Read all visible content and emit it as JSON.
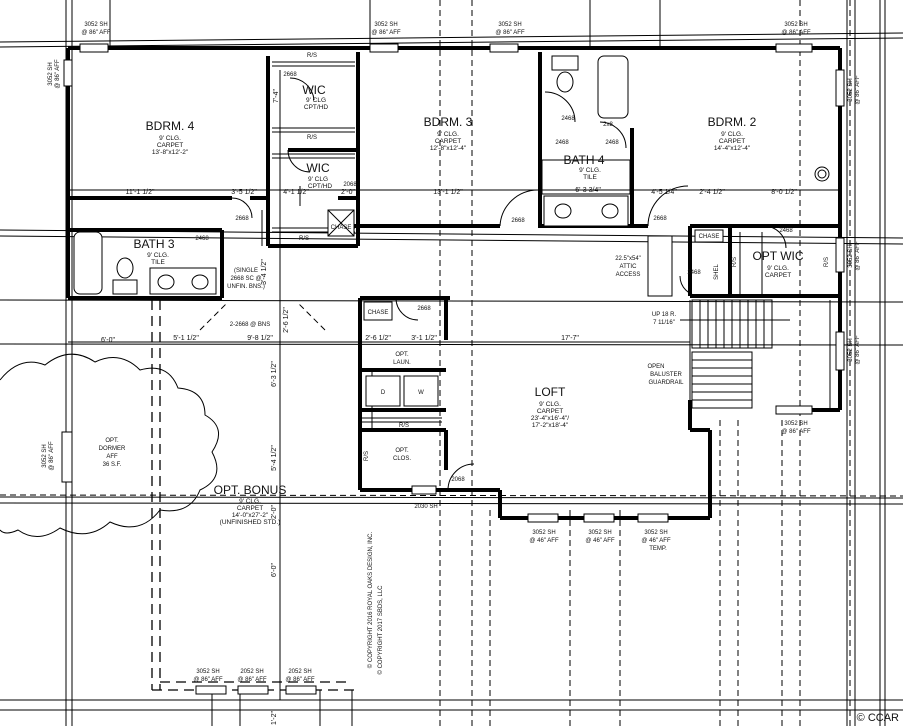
{
  "rooms": {
    "bdrm4": {
      "name": "BDRM. 4",
      "l1": "9' CLG.",
      "l2": "CARPET",
      "l3": "13'-8\"x12'-2\""
    },
    "bdrm3": {
      "name": "BDRM. 3",
      "l1": "9' CLG.",
      "l2": "CARPET",
      "l3": "12'-8\"x12'-4\""
    },
    "bdrm2": {
      "name": "BDRM. 2",
      "l1": "9' CLG.",
      "l2": "CARPET",
      "l3": "14'-4\"x12'-4\""
    },
    "bath4": {
      "name": "BATH 4",
      "l1": "9' CLG.",
      "l2": "TILE"
    },
    "bath3": {
      "name": "BATH 3",
      "l1": "9' CLG.",
      "l2": "TILE"
    },
    "wic1": {
      "name": "WIC",
      "l1": "9' CLG",
      "l2": "CPT/HD"
    },
    "wic2": {
      "name": "WIC",
      "l1": "9' CLG",
      "l2": "CPT/HD"
    },
    "optwic": {
      "name": "OPT WIC",
      "l1": "9' CLG.",
      "l2": "CARPET"
    },
    "loft": {
      "name": "LOFT",
      "l1": "9' CLG.",
      "l2": "CARPET",
      "l3": "23'-4\"x16'-4\"/",
      "l4": "17'-2\"x18'-4\""
    },
    "bonus": {
      "name": "OPT. BONUS",
      "l1": "9' CLG.",
      "l2": "CARPET",
      "l3": "14'-0\"x27'-2\"",
      "l4": "(UNFINISHED STD.)"
    }
  },
  "labels": {
    "attic1": "22.5\"x54\"",
    "attic2": "ATTIC",
    "attic3": "ACCESS",
    "stairs1": "UP 18 R.",
    "stairs2": "7 11/16\"",
    "open1": "OPEN",
    "open2": "BALUSTER",
    "open3": "GUARDRAIL",
    "single1": "(SINGLE",
    "single2": "2668 SC @",
    "single3": "UNFIN. BNS.)",
    "optlaun1": "OPT.",
    "optlaun2": "LAUN.",
    "optclos1": "OPT.",
    "optclos2": "CLOS.",
    "dormer1": "OPT.",
    "dormer2": "DORMER",
    "dormer3": "AFF",
    "dormer4": "36 S.F.",
    "chase": "CHASE",
    "rs": "R/S",
    "shel": "SHEL",
    "d": "D",
    "w": "W",
    "d2668": "2668",
    "d2468": "2468",
    "d2x8": "2x8",
    "d2068": "2068",
    "d2030": "2030 SH",
    "e2668bns": "2-2668 @ BNS",
    "win3052": "3052 SH",
    "win2052": "2052 SH",
    "aff86": "@ 86\" AFF",
    "aff46": "@ 46\" AFF",
    "temp": "TEMP.",
    "copy1": "© COPYRIGHT 2016 ROYAL OAKS DESIGN, INC.",
    "copy2": "© COPYRIGHT 2017 SBDS, LLC"
  },
  "dims": {
    "d1": "11'-1 1/2\"",
    "d2": "3'-5 1/2\"",
    "d3": "4'-1 1/2\"",
    "d4": "2'-0\"",
    "d5": "13'-1 1/2\"",
    "d6": "6'-3 3/4\"",
    "d7": "4'-5 1/4\"",
    "d8": "2'-4 1/2\"",
    "d9": "8'-0 1/2\"",
    "d10": "6'-0\"",
    "d11": "5'-1 1/2\"",
    "d12": "9'-8 1/2\"",
    "d13": "2'-6 1/2\"",
    "d14": "3'-1 1/2\"",
    "d15": "17'-7\"",
    "d16": "7'-4\"",
    "d17": "6'-3 1/2\"",
    "d18": "5'-4 1/2\"",
    "d19": "2'-0\"",
    "d20": "6'-0\"",
    "d21": "1'-2\"",
    "d22": "2'-6 1/2\"",
    "d23": "3'-4 1/2\""
  },
  "watermark": "© CCAR"
}
